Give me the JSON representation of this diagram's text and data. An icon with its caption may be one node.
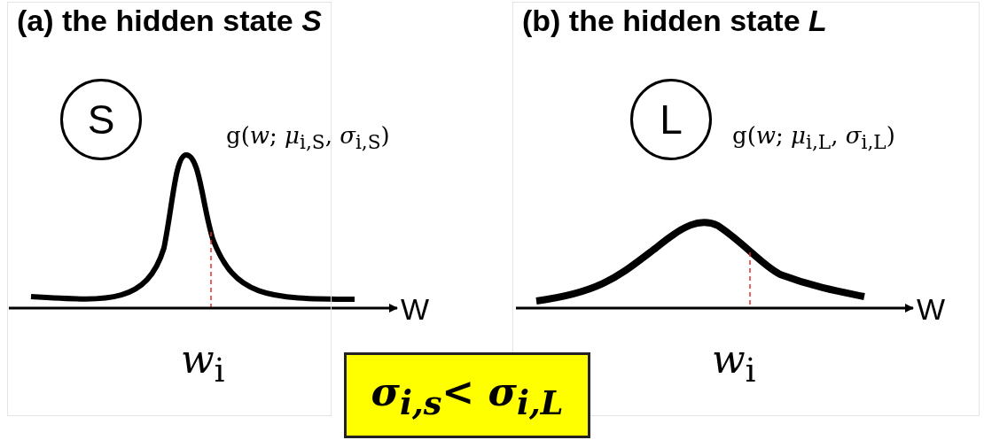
{
  "diagram": {
    "nodes": [
      {
        "text": [
          "(a) the hidden state *S*"
        ]
      },
      {
        "text": [
          "S"
        ],
        "in": 0
      },
      {
        "text": [
          "(b) the hidden state *L*"
        ]
      },
      {
        "text": [
          "L"
        ],
        "in": 2
      },
      {
        "text": [
          "σ$_{i,s}$< σ$_{i,L}$"
        ]
      }
    ],
    "edges": [],
    "labels": [
      "g(*w*; *μ*$_{i,S}$, *σ*$_{i,S}$)",
      "W",
      "*w*$_{i}$",
      "g(*w*; *μ*$_{i,L}$, *σ*$_{i,L}$)",
      "W",
      "*w*$_{i}$"
    ]
  }
}
